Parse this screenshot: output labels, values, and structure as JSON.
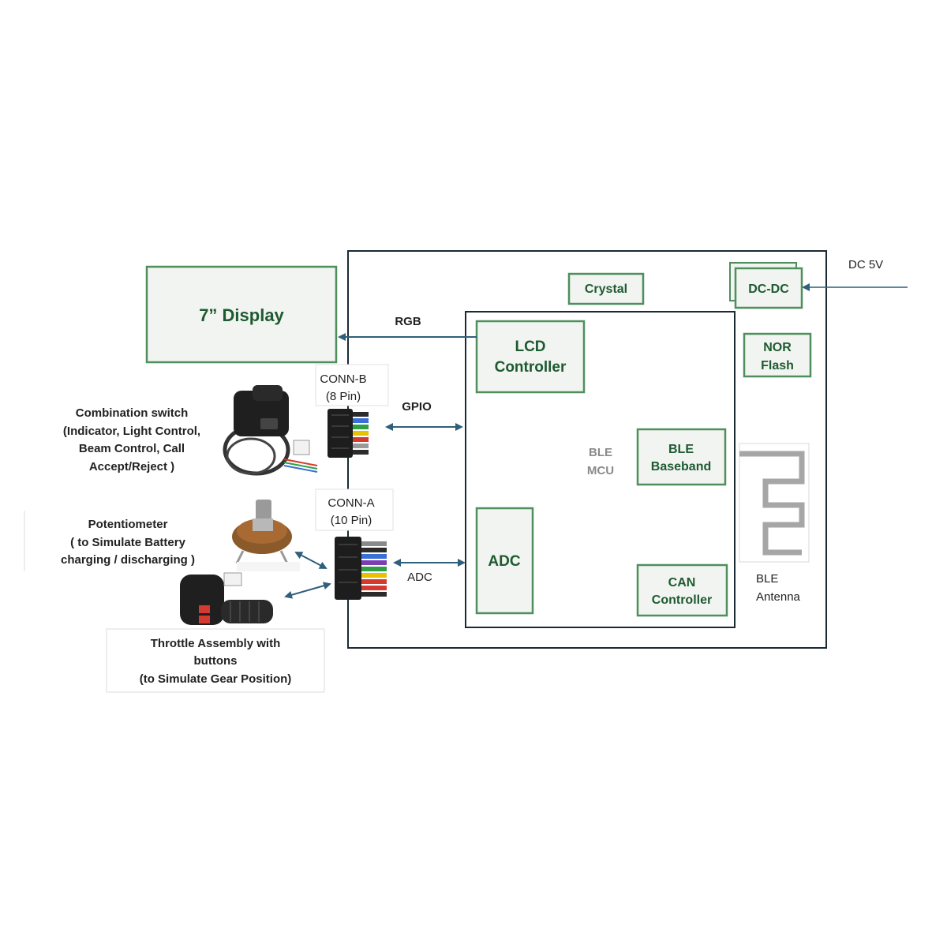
{
  "blocks": {
    "display": "7” Display",
    "crystal": "Crystal",
    "dcdc": "DC-DC",
    "nor_flash": [
      "NOR",
      "Flash"
    ],
    "lcd_controller": [
      "LCD",
      "Controller"
    ],
    "mcu": [
      "BLE",
      "MCU"
    ],
    "ble_baseband": [
      "BLE",
      "Baseband"
    ],
    "adc": "ADC",
    "can_controller": [
      "CAN",
      "Controller"
    ],
    "ble_antenna": [
      "BLE",
      "Antenna"
    ]
  },
  "signals": {
    "dc_5v": "DC 5V",
    "rgb": "RGB",
    "gpio": "GPIO",
    "adc": "ADC"
  },
  "connectors": {
    "conn_b": [
      "CONN-B",
      "(8 Pin)"
    ],
    "conn_a": [
      "CONN-A",
      "(10 Pin)"
    ]
  },
  "peripherals": {
    "combination_switch": [
      "Combination switch",
      "(Indicator, Light Control,",
      "Beam Control, Call",
      "Accept/Reject )"
    ],
    "potentiometer": [
      "Potentiometer",
      "( to Simulate Battery",
      "charging / discharging )"
    ],
    "throttle": [
      "Throttle Assembly with",
      "buttons",
      "(to Simulate Gear Position)"
    ]
  },
  "colors": {
    "block_border": "#4e8f5c",
    "block_fill": "#f1f4f1",
    "block_text": "#1e5a30",
    "arrow": "#2f5f7a",
    "board_border": "#1a2a33"
  }
}
